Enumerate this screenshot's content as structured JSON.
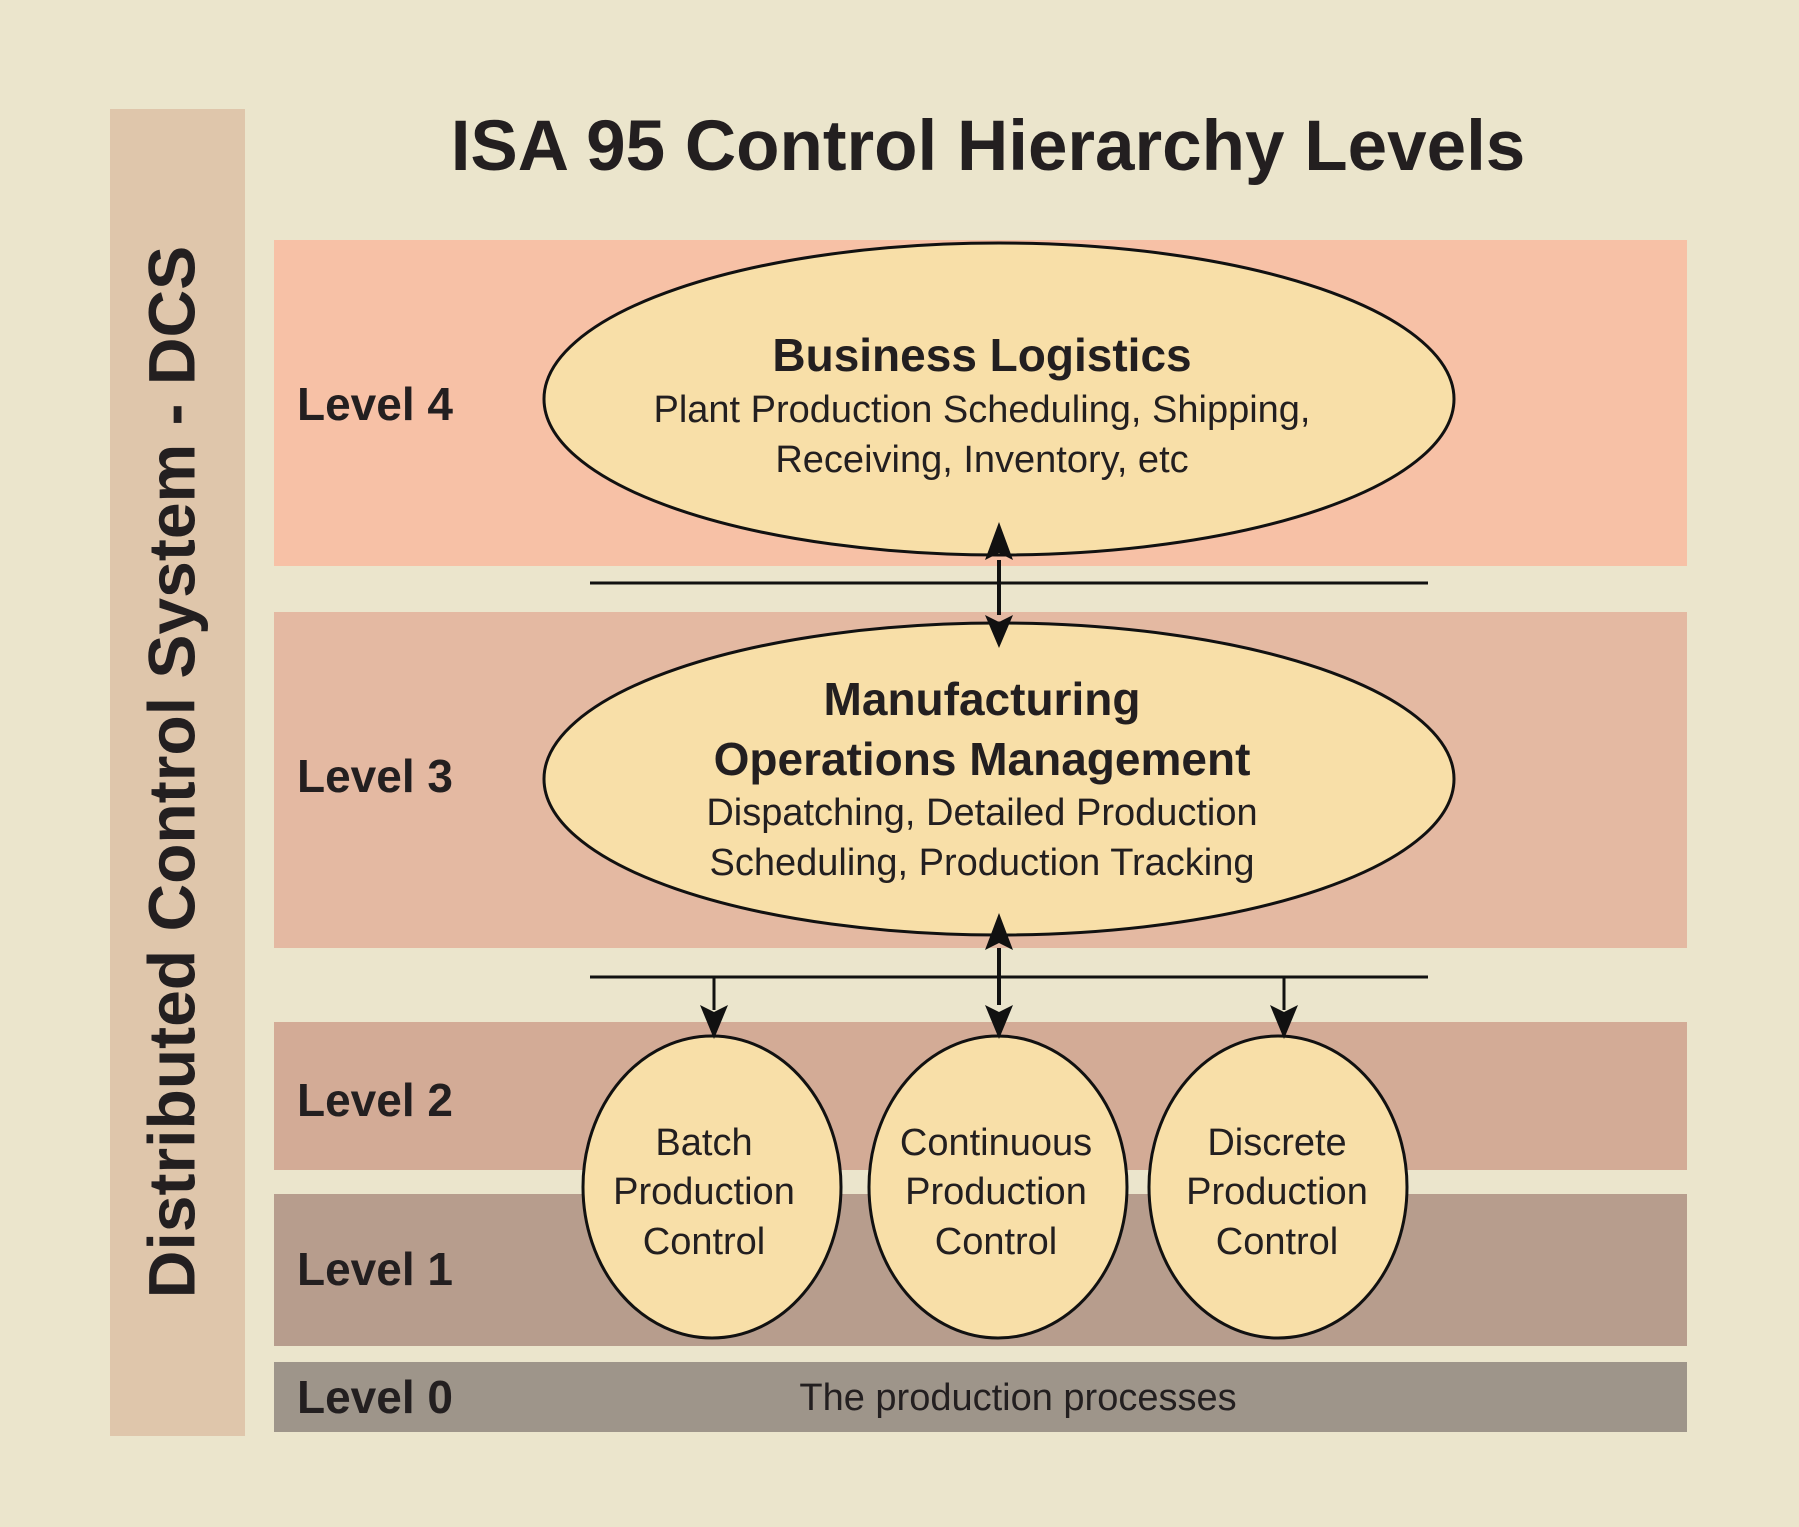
{
  "title": "ISA 95 Control Hierarchy Levels",
  "sidebar_label": "Distributed Control System - DCS",
  "levels": [
    {
      "label": "Level 4",
      "color": "#f7c1a6"
    },
    {
      "label": "Level 3",
      "color": "#e4b9a2"
    },
    {
      "label": "Level 2",
      "color": "#d3ab96"
    },
    {
      "label": "Level 1",
      "color": "#b79d8d"
    },
    {
      "label": "Level 0",
      "color": "#9e958a"
    }
  ],
  "business_logistics": {
    "title": "Business Logistics",
    "line1": "Plant Production Scheduling, Shipping,",
    "line2": "Receiving, Inventory, etc"
  },
  "mom": {
    "title_line1": "Manufacturing",
    "title_line2": "Operations Management",
    "line1": "Dispatching, Detailed Production",
    "line2": "Scheduling, Production Tracking"
  },
  "control_nodes": [
    {
      "line1": "Batch",
      "line2": "Production",
      "line3": "Control"
    },
    {
      "line1": "Continuous",
      "line2": "Production",
      "line3": "Control"
    },
    {
      "line1": "Discrete",
      "line2": "Production",
      "line3": "Control"
    }
  ],
  "level0_text": "The production processes",
  "colors": {
    "background": "#ebe5cc",
    "sidebar": "#dfc6ab",
    "node_fill": "#f8dfa8",
    "stroke": "#111111",
    "text": "#231f20"
  }
}
